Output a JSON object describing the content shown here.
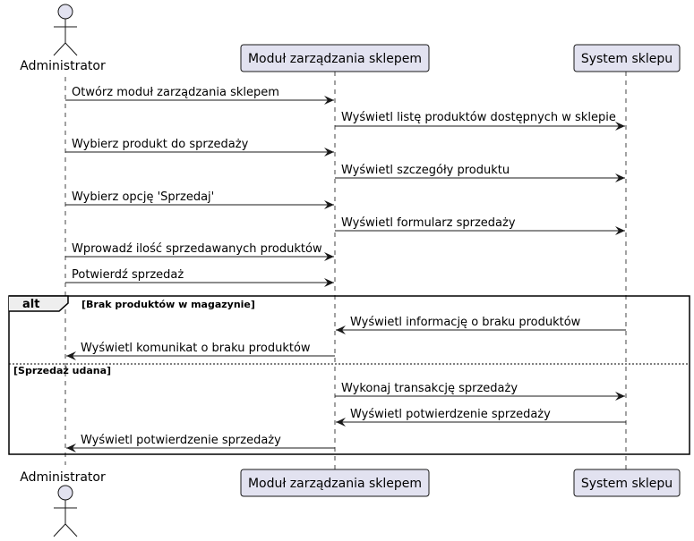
{
  "participants": {
    "admin": "Administrator",
    "module": "Moduł zarządzania sklepem",
    "system": "System sklepu"
  },
  "messages": [
    "Otwórz moduł zarządzania sklepem",
    "Wyświetl listę produktów dostępnych w sklepie",
    "Wybierz produkt do sprzedaży",
    "Wyświetl szczegóły produktu",
    "Wybierz opcję 'Sprzedaj'",
    "Wyświetl formularz sprzedaży",
    "Wprowadź ilość sprzedawanych produktów",
    "Potwierdź sprzedaż",
    "Wyświetl informację o braku produktów",
    "Wyświetl komunikat o braku produktów",
    "Wykonaj transakcję sprzedaży",
    "Wyświetl potwierdzenie sprzedaży",
    "Wyświetl potwierdzenie sprzedaży"
  ],
  "alt": {
    "keyword": "alt",
    "guard1": "[Brak produktów w magazynie]",
    "guard2": "[Sprzedaż udana]"
  },
  "colors": {
    "participant_fill": "#E2E2F0",
    "border": "#181818",
    "lifeline": "#181818"
  }
}
